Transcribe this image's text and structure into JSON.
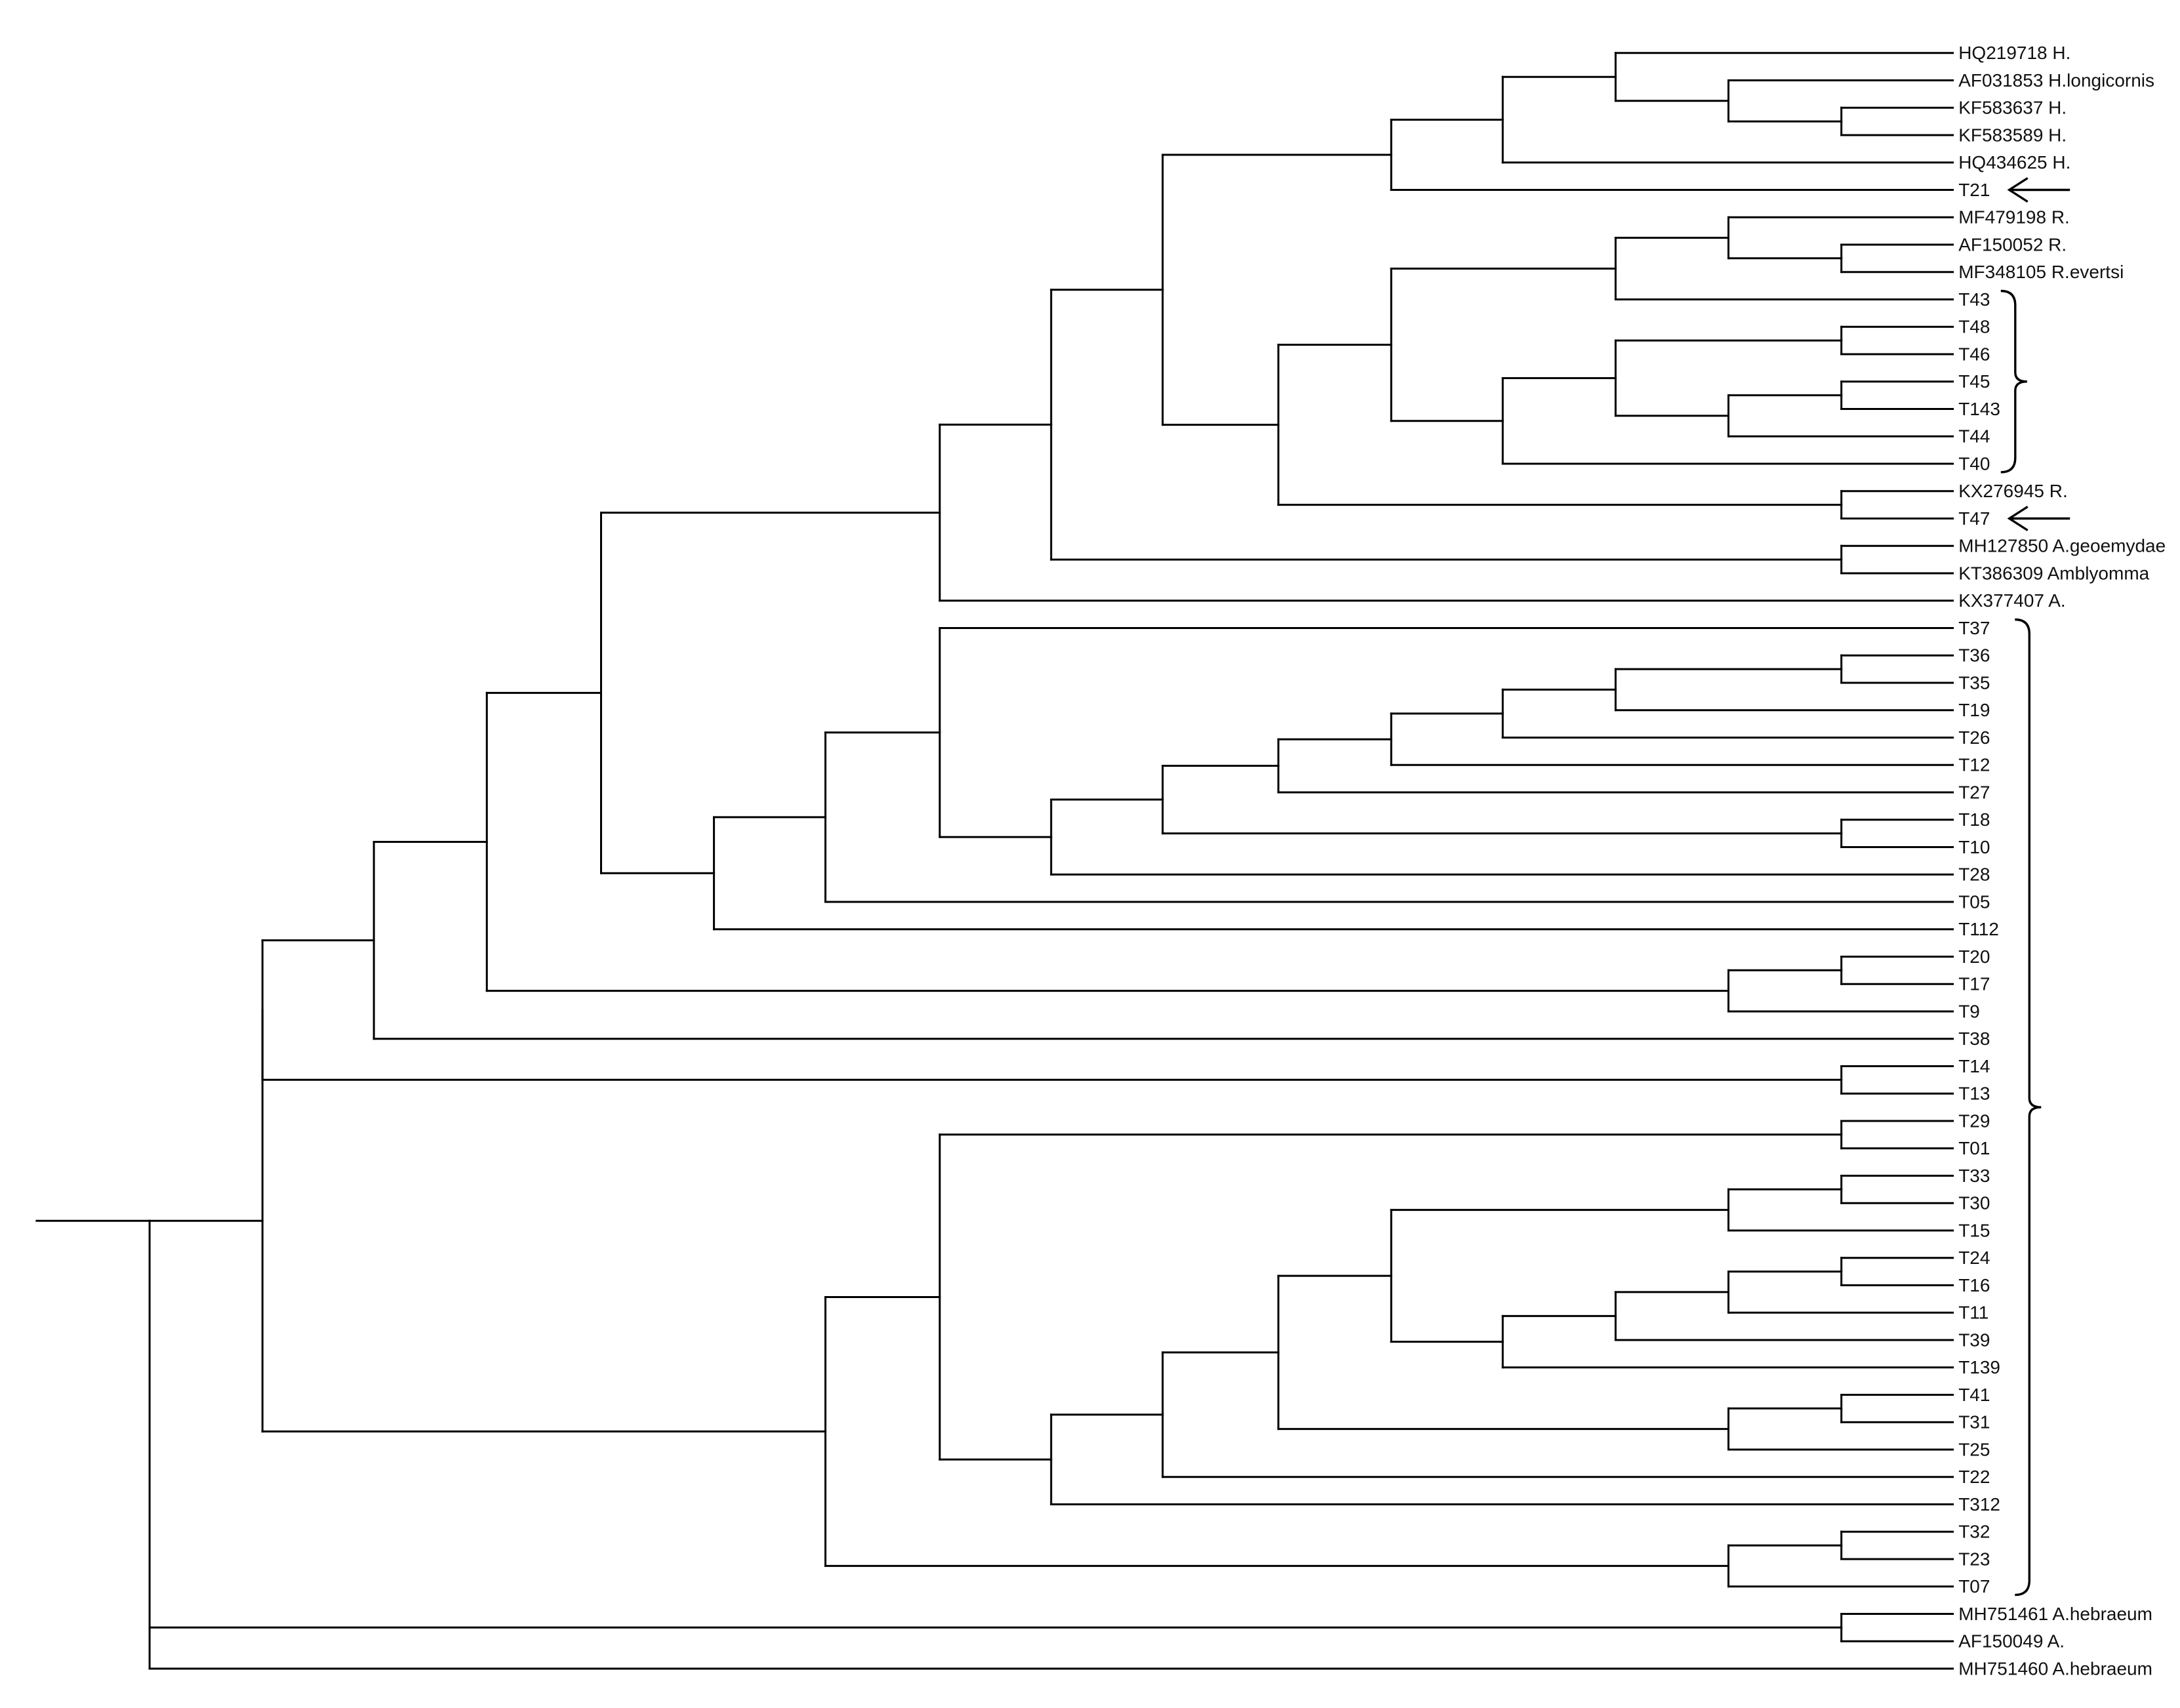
{
  "tree": {
    "n": "root",
    "c": [
      {
        "n": "c1",
        "c": [
          {
            "n": "c1a",
            "c": [
              {
                "n": "c1a1",
                "c": [
                  {
                    "n": "c1a1a",
                    "c": [
                      {
                        "n": "c1a1a1",
                        "c": [
                          {
                            "n": "hr1",
                            "c": [
                              {
                                "n": "hr2",
                                "c": [
                                  {
                                    "n": "hr3",
                                    "c": [
                                      {
                                        "n": "hr4",
                                        "c": [
                                          {
                                            "n": "hr5",
                                            "c": [
                                              {
                                                "label": "HQ219718 H."
                                              },
                                              {
                                                "n": "hr6",
                                                "c": [
                                                  {
                                                    "label": "AF031853 H.longicornis"
                                                  },
                                                  {
                                                    "n": "hr7",
                                                    "c": [
                                                      {
                                                        "label": "KF583637 H."
                                                      },
                                                      {
                                                        "label": "KF583589 H."
                                                      }
                                                    ]
                                                  }
                                                ]
                                              }
                                            ]
                                          },
                                          {
                                            "label": "HQ434625 H."
                                          }
                                        ]
                                      },
                                      {
                                        "label": "T21"
                                      }
                                    ]
                                  },
                                  {
                                    "n": "hr8",
                                    "c": [
                                      {
                                        "n": "hr9",
                                        "c": [
                                          {
                                            "n": "hr10",
                                            "c": [
                                              {
                                                "n": "hr11",
                                                "c": [
                                                  {
                                                    "label": "MF479198 R."
                                                  },
                                                  {
                                                    "n": "hr12",
                                                    "c": [
                                                      {
                                                        "label": "AF150052 R."
                                                      },
                                                      {
                                                        "label": "MF348105 R.evertsi"
                                                      }
                                                    ]
                                                  }
                                                ]
                                              },
                                              {
                                                "label": "T43"
                                              }
                                            ]
                                          },
                                          {
                                            "n": "hr13",
                                            "c": [
                                              {
                                                "n": "hr14",
                                                "c": [
                                                  {
                                                    "n": "hr15",
                                                    "c": [
                                                      {
                                                        "label": "T48"
                                                      },
                                                      {
                                                        "label": "T46"
                                                      }
                                                    ]
                                                  },
                                                  {
                                                    "n": "hr16",
                                                    "c": [
                                                      {
                                                        "n": "hr17",
                                                        "c": [
                                                          {
                                                            "label": "T45"
                                                          },
                                                          {
                                                            "label": "T143"
                                                          }
                                                        ]
                                                      },
                                                      {
                                                        "label": "T44"
                                                      }
                                                    ]
                                                  }
                                                ]
                                              },
                                              {
                                                "label": "T40"
                                              }
                                            ]
                                          }
                                        ]
                                      },
                                      {
                                        "n": "hr18",
                                        "c": [
                                          {
                                            "label": "KX276945 R."
                                          },
                                          {
                                            "label": "T47"
                                          }
                                        ]
                                      }
                                    ]
                                  }
                                ]
                              },
                              {
                                "n": "hr19",
                                "c": [
                                  {
                                    "label": "MH127850 A.geoemydae"
                                  },
                                  {
                                    "label": "KT386309 Amblyomma"
                                  }
                                ]
                              }
                            ]
                          },
                          {
                            "label": "KX377407 A."
                          }
                        ]
                      },
                      {
                        "n": "t1",
                        "c": [
                          {
                            "n": "t2",
                            "c": [
                              {
                                "n": "t3",
                                "c": [
                                  {
                                    "label": "T37"
                                  },
                                  {
                                    "n": "t4",
                                    "c": [
                                      {
                                        "n": "t5",
                                        "c": [
                                          {
                                            "n": "t6",
                                            "c": [
                                              {
                                                "n": "t7",
                                                "c": [
                                                  {
                                                    "n": "t8",
                                                    "c": [
                                                      {
                                                        "n": "t9",
                                                        "c": [
                                                          {
                                                            "n": "t10",
                                                            "c": [
                                                              {
                                                                "label": "T36"
                                                              },
                                                              {
                                                                "label": "T35"
                                                              }
                                                            ]
                                                          },
                                                          {
                                                            "label": "T19"
                                                          }
                                                        ]
                                                      },
                                                      {
                                                        "label": "T26"
                                                      }
                                                    ]
                                                  },
                                                  {
                                                    "label": "T12"
                                                  }
                                                ]
                                              },
                                              {
                                                "label": "T27"
                                              }
                                            ]
                                          },
                                          {
                                            "n": "t11",
                                            "c": [
                                              {
                                                "label": "T18"
                                              },
                                              {
                                                "label": "T10"
                                              }
                                            ]
                                          }
                                        ]
                                      },
                                      {
                                        "label": "T28"
                                      }
                                    ]
                                  }
                                ]
                              },
                              {
                                "label": "T05"
                              }
                            ]
                          },
                          {
                            "label": "T112"
                          }
                        ]
                      }
                    ]
                  },
                  {
                    "n": "t12",
                    "c": [
                      {
                        "n": "t13",
                        "c": [
                          {
                            "label": "T20"
                          },
                          {
                            "label": "T17"
                          }
                        ]
                      },
                      {
                        "label": "T9"
                      }
                    ]
                  }
                ]
              },
              {
                "label": "T38"
              }
            ]
          },
          {
            "n": "t14",
            "c": [
              {
                "label": "T14"
              },
              {
                "label": "T13"
              }
            ]
          }
        ]
      },
      {
        "n": "c2",
        "c": [
          {
            "n": "c2a",
            "c": [
              {
                "n": "b1",
                "c": [
                  {
                    "n": "b2",
                    "c": [
                      {
                        "label": "T29"
                      },
                      {
                        "label": "T01"
                      }
                    ]
                  },
                  {
                    "n": "b3",
                    "c": [
                      {
                        "n": "b4",
                        "c": [
                          {
                            "n": "b5",
                            "c": [
                              {
                                "n": "b6",
                                "c": [
                                  {
                                    "n": "b7",
                                    "c": [
                                      {
                                        "n": "b8",
                                        "c": [
                                          {
                                            "label": "T33"
                                          },
                                          {
                                            "label": "T30"
                                          }
                                        ]
                                      },
                                      {
                                        "label": "T15"
                                      }
                                    ]
                                  },
                                  {
                                    "n": "b9",
                                    "c": [
                                      {
                                        "n": "b10",
                                        "c": [
                                          {
                                            "n": "b11",
                                            "c": [
                                              {
                                                "n": "b12",
                                                "c": [
                                                  {
                                                    "label": "T24"
                                                  },
                                                  {
                                                    "label": "T16"
                                                  }
                                                ]
                                              },
                                              {
                                                "label": "T11"
                                              }
                                            ]
                                          },
                                          {
                                            "label": "T39"
                                          }
                                        ]
                                      },
                                      {
                                        "label": "T139"
                                      }
                                    ]
                                  }
                                ]
                              },
                              {
                                "n": "b13",
                                "c": [
                                  {
                                    "n": "b14",
                                    "c": [
                                      {
                                        "label": "T41"
                                      },
                                      {
                                        "label": "T31"
                                      }
                                    ]
                                  },
                                  {
                                    "label": "T25"
                                  }
                                ]
                              }
                            ]
                          },
                          {
                            "label": "T22"
                          }
                        ]
                      },
                      {
                        "label": "T312"
                      }
                    ]
                  }
                ]
              },
              {
                "n": "b15",
                "c": [
                  {
                    "n": "b16",
                    "c": [
                      {
                        "label": "T32"
                      },
                      {
                        "label": "T23"
                      }
                    ]
                  },
                  {
                    "label": "T07"
                  }
                ]
              }
            ]
          }
        ]
      }
    ]
  },
  "outgroup": [
    {
      "label": "MH751461 A.hebraeum"
    },
    {
      "label": "AF150049 A."
    },
    {
      "label": "MH751460 A.hebraeum"
    }
  ],
  "markers": {
    "arrows_at": [
      "T21",
      "T47"
    ],
    "brackets": [
      {
        "from": "T43",
        "to": "T40"
      },
      {
        "from": "T37",
        "to": "T07"
      }
    ]
  }
}
